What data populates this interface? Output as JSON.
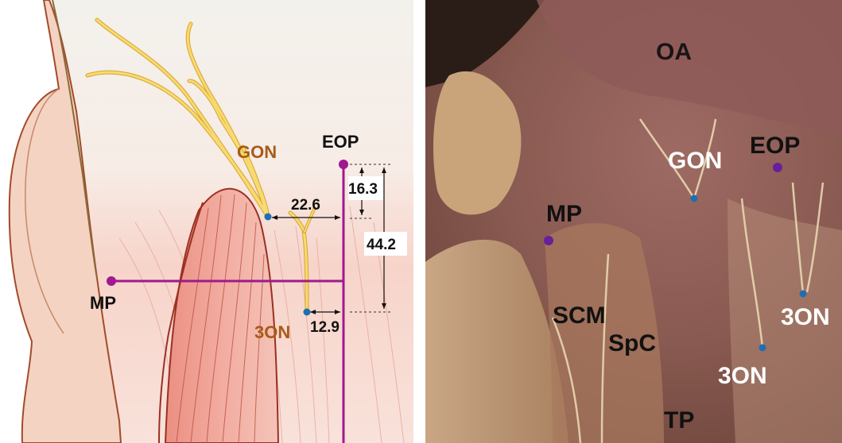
{
  "diagram": {
    "labels": {
      "gon": "GON",
      "eop": "EOP",
      "mp": "MP",
      "three_on": "3ON"
    },
    "measurements": {
      "gon_horizontal": "22.6",
      "gon_vertical": "16.3",
      "three_on_vertical": "44.2",
      "three_on_horizontal": "12.9"
    }
  },
  "photo": {
    "labels": {
      "oa": "OA",
      "gon": "GON",
      "eop": "EOP",
      "mp": "MP",
      "scm": "SCM",
      "spc": "SpC",
      "three_on_right": "3ON",
      "three_on_lower": "3ON",
      "tp": "TP"
    }
  },
  "colors": {
    "landmark_purple": "#a0198f",
    "nerve_point_blue": "#1f6fb0",
    "nerve_yellow": "#f3cf5a",
    "label_brown": "#a85a18",
    "muscle_red": "#e9796d",
    "skin": "#f6ddd0"
  }
}
